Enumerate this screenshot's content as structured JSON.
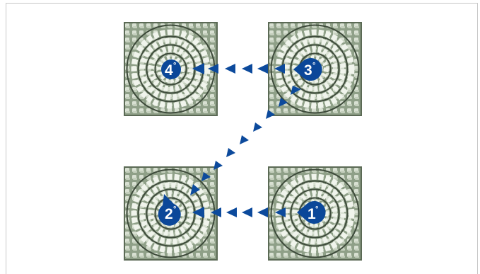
{
  "diagram": {
    "colors": {
      "arrow": "#0c4a9c",
      "arrow_dark": "#083a80",
      "badge": "#0b4799",
      "tile_base": "#8fa089",
      "tile_light": "#e6ece0",
      "tile_dark": "#3d4a3a"
    },
    "tiles": [
      {
        "id": "tile-1",
        "number": "1",
        "symbol": "°"
      },
      {
        "id": "tile-2",
        "number": "2",
        "symbol": "°"
      },
      {
        "id": "tile-3",
        "number": "3",
        "symbol": "°"
      },
      {
        "id": "tile-4",
        "number": "4",
        "symbol": "°"
      }
    ],
    "sequence_order": [
      "1",
      "2",
      "3",
      "4"
    ],
    "icon": "laying-sequence-arrow-icon"
  }
}
